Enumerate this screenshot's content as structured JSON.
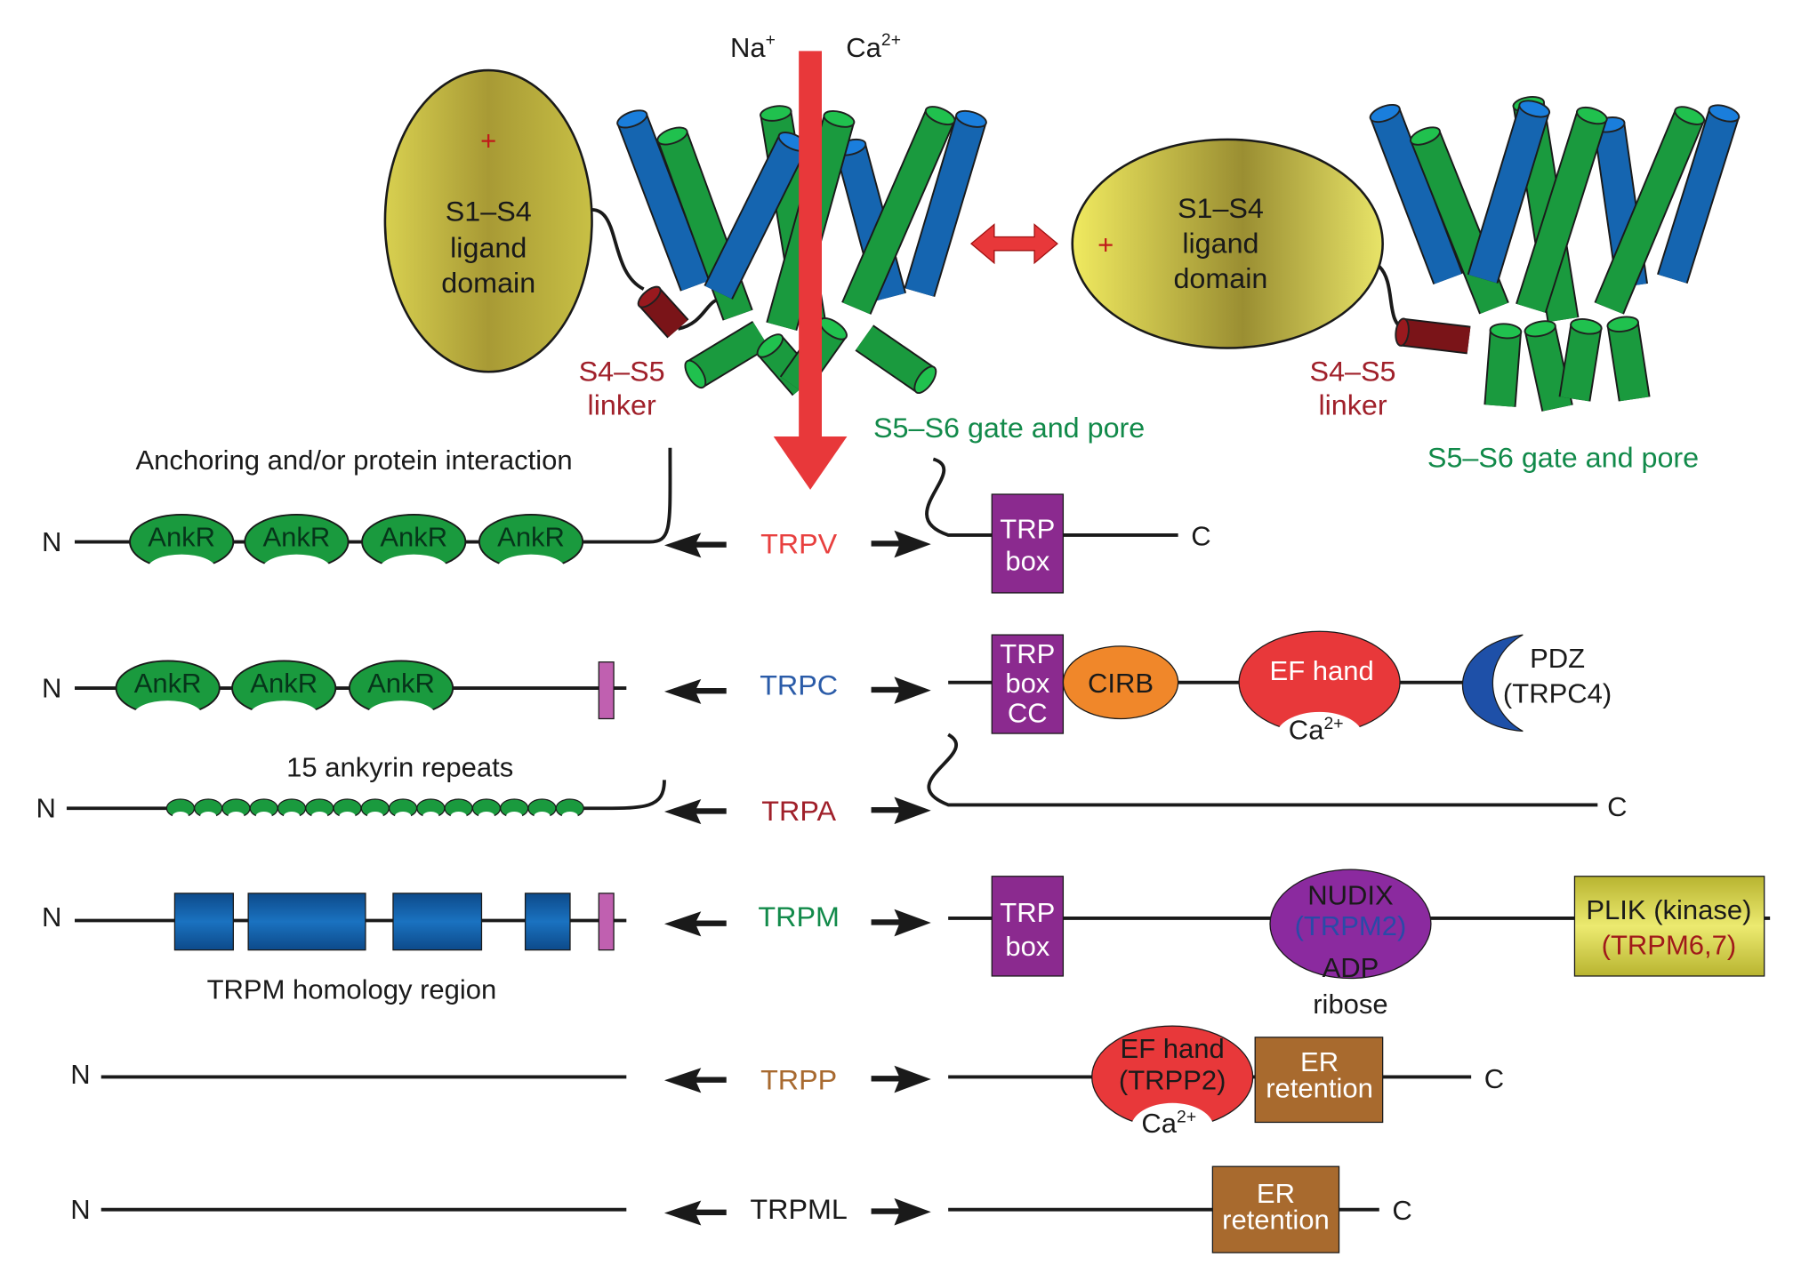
{
  "colors": {
    "green": "#1a9a3e",
    "blue": "#1565b0",
    "olive": "#b7a83c",
    "purple": "#8b2a8f",
    "orange": "#f0872a",
    "red": "#e8383a",
    "brown": "#a86a2e",
    "plik": "#d6d23c",
    "pink": "#c060b0",
    "linker": "#7a1418"
  },
  "top": {
    "ions": [
      {
        "base": "Na",
        "sup": "+"
      },
      {
        "base": "Ca",
        "sup": "2+"
      }
    ],
    "left_domain": {
      "charge": "+",
      "lines": [
        "S1–S4",
        "ligand",
        "domain"
      ]
    },
    "right_domain": {
      "charge": "+",
      "lines": [
        "S1–S4",
        "ligand",
        "domain"
      ]
    },
    "left_linker": [
      "S4–S5",
      "linker"
    ],
    "right_linker": [
      "S4–S5",
      "linker"
    ],
    "left_pore": "S5–S6 gate and pore",
    "right_pore": "S5–S6 gate and pore",
    "anchoring": "Anchoring and/or protein interaction"
  },
  "rows": {
    "trpv": {
      "name": "TRPV",
      "color": "#e8403f",
      "n": "N",
      "c": "C",
      "ankr": [
        "AnkR",
        "AnkR",
        "AnkR",
        "AnkR"
      ],
      "trp_box": [
        "TRP",
        "box"
      ]
    },
    "trpc": {
      "name": "TRPC",
      "color": "#2a5ba8",
      "n": "N",
      "ankr": [
        "AnkR",
        "AnkR",
        "AnkR"
      ],
      "trp_box": [
        "TRP",
        "box",
        "CC"
      ],
      "cirb": "CIRB",
      "ef": "EF hand",
      "ca": {
        "base": "Ca",
        "sup": "2+"
      },
      "pdz": [
        "PDZ",
        "(TRPC4)"
      ]
    },
    "trpa": {
      "name": "TRPA",
      "color": "#a0202a",
      "n": "N",
      "c": "C",
      "repeats_label": "15 ankyrin repeats"
    },
    "trpm": {
      "name": "TRPM",
      "color": "#128a4a",
      "n": "N",
      "trp_box": [
        "TRP",
        "box"
      ],
      "nudix": [
        "NUDIX",
        "(TRPM2)"
      ],
      "adp": [
        "ADP",
        "ribose"
      ],
      "plik": [
        "PLIK (kinase)",
        "(TRPM6,7)"
      ],
      "homology": "TRPM homology region"
    },
    "trpp": {
      "name": "TRPP",
      "color": "#a86a30",
      "n": "N",
      "c": "C",
      "ef": [
        "EF hand",
        "(TRPP2)"
      ],
      "ca": {
        "base": "Ca",
        "sup": "2+"
      },
      "er": [
        "ER",
        "retention"
      ]
    },
    "trpml": {
      "name": "TRPML",
      "color": "#1a1a1a",
      "n": "N",
      "c": "C",
      "er": [
        "ER",
        "retention"
      ]
    }
  }
}
